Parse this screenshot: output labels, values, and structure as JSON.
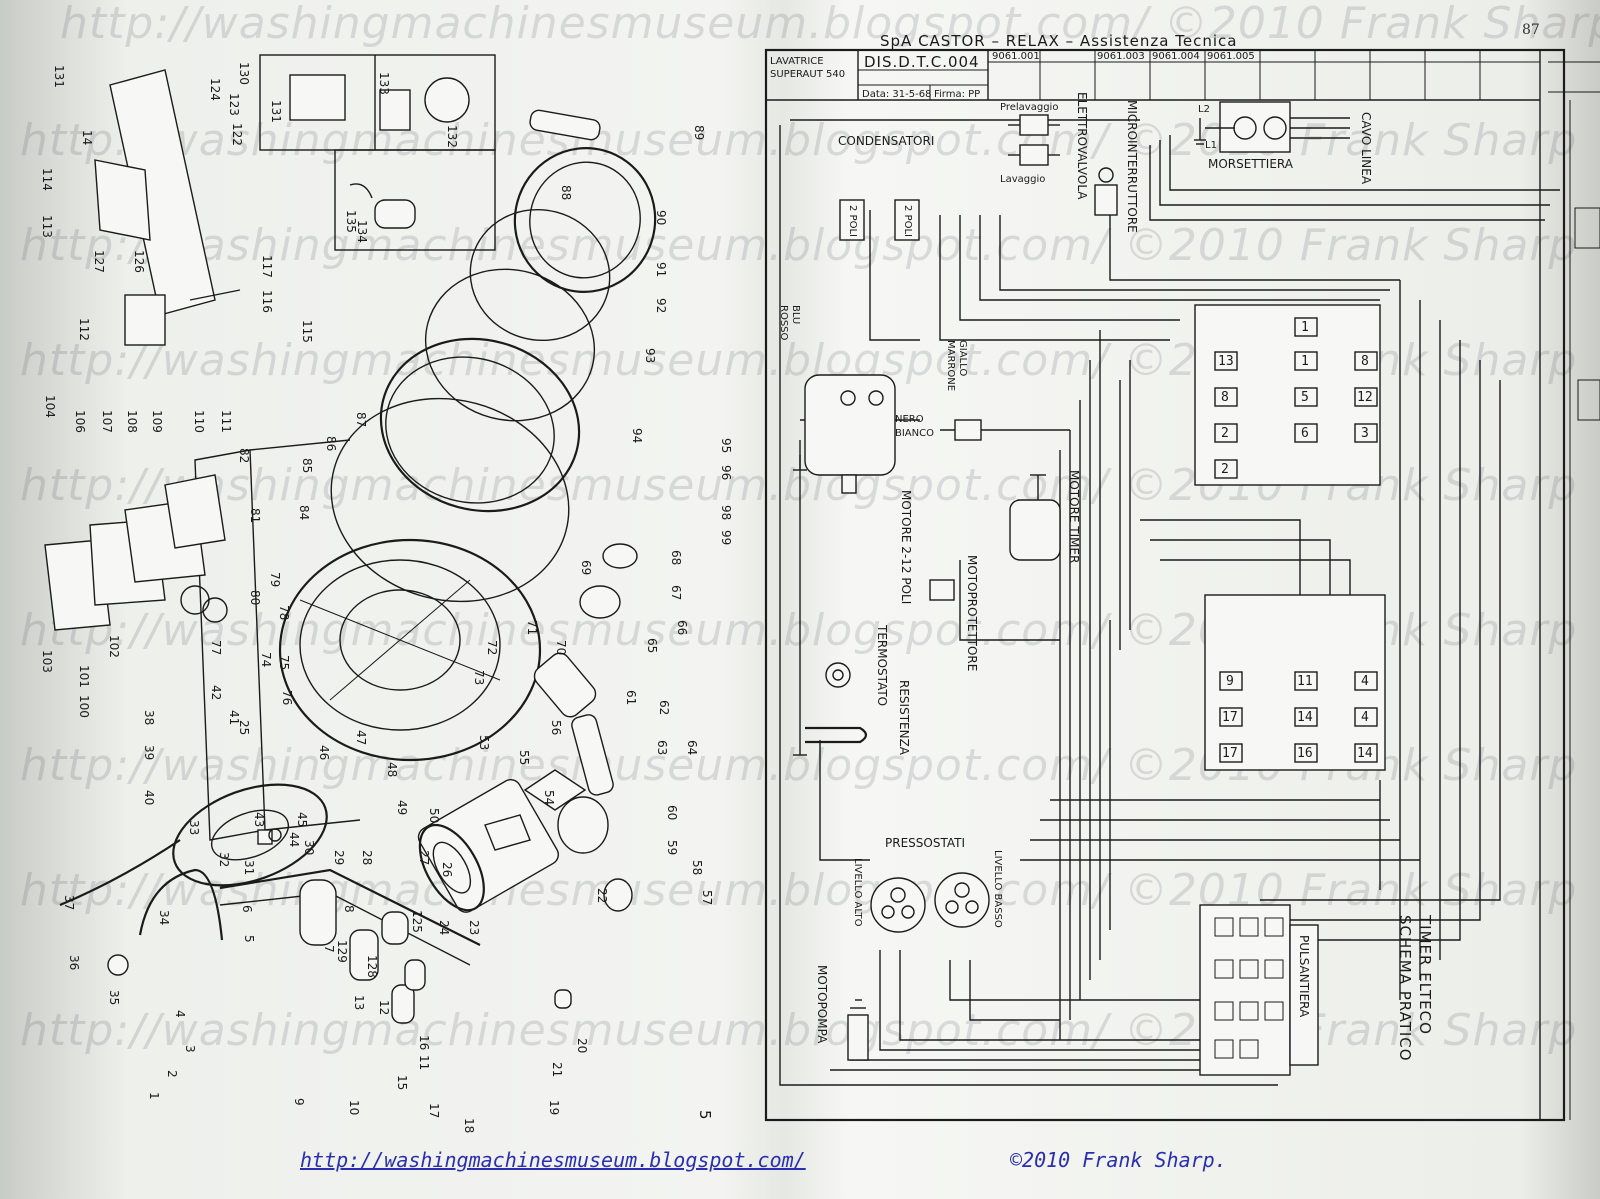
{
  "watermark": {
    "text": "http://washingmachinesmuseum.blogspot.com/  ©2010 Frank Sharp"
  },
  "footer": {
    "url": "http://washingmachinesmuseum.blogspot.com/",
    "copyright": "©2010 Frank Sharp."
  },
  "page_numbers": {
    "left": "5",
    "right": "87"
  },
  "title_block": {
    "header": "SpA  CASTOR – RELAX – Assistenza Tecnica",
    "model_line1": "LAVATRICE",
    "model_line2": "SUPERAUT 540",
    "drawing_no": "DIS.D.T.C.004",
    "date": "Data: 31-5-68",
    "signature": "Firma: PP",
    "codes": [
      "9061.001",
      "9061.003",
      "9061.004",
      "9061.005"
    ]
  },
  "components": {
    "condensatori": "CONDENSATORI",
    "elettrovalvola": "ELETTROVALVOLA",
    "prelavaggio": "Prelavaggio",
    "lavaggio": "Lavaggio",
    "microinterruttore": "MICROINTERRUTTORE",
    "morsettiera": "MORSETTIERA",
    "cavo_linea": "CAVO LINEA",
    "motore": "MOTORE 2-12 POLI",
    "motore_timer": "MOTORE TIMER",
    "motoprotettore": "MOTOPROTETTORE",
    "termostato": "TERMOSTATO",
    "resistenza": "RESISTENZA",
    "pressostati": "PRESSOSTATI",
    "livello_alto": "LIVELLO ALTO",
    "livello_basso": "LIVELLO BASSO",
    "motopompa": "MOTOPOMPA",
    "pulsantiera": "PULSANTIERA",
    "timer_title": "TIMER ELTECO",
    "schema": "SCHEMA PRATICO",
    "poli": "2 POLI",
    "wires": [
      "BLU",
      "ROSSO",
      "GIALLO",
      "MARRONE",
      "NERO",
      "BIANCO"
    ]
  },
  "timer_block_a": {
    "col1": [
      "13",
      "8",
      "2",
      "2"
    ],
    "col2": [
      "1",
      "1",
      "5",
      "6"
    ],
    "col3": [
      "8",
      "12",
      "3"
    ]
  },
  "timer_block_b": {
    "col1": [
      "9",
      "17",
      "17"
    ],
    "col2": [
      "11",
      "14",
      "16"
    ],
    "col3": [
      "4",
      "4",
      "14"
    ]
  },
  "exploded_parts": {
    "labels": [
      "131",
      "124",
      "130",
      "123",
      "122",
      "14",
      "114",
      "113",
      "127",
      "126",
      "117",
      "116",
      "115",
      "112",
      "133",
      "131",
      "132",
      "135",
      "134",
      "89",
      "88",
      "90",
      "91",
      "92",
      "93",
      "94",
      "95",
      "96",
      "98",
      "99",
      "87",
      "86",
      "85",
      "84",
      "82",
      "81",
      "80",
      "79",
      "78",
      "106",
      "107",
      "108",
      "109",
      "110",
      "111",
      "104",
      "103",
      "101",
      "100",
      "102",
      "38",
      "39",
      "40",
      "77",
      "42",
      "41",
      "25",
      "74",
      "75",
      "76",
      "73",
      "72",
      "71",
      "70",
      "69",
      "68",
      "67",
      "66",
      "65",
      "61",
      "62",
      "63",
      "64",
      "56",
      "55",
      "54",
      "53",
      "47",
      "48",
      "49",
      "50",
      "46",
      "45",
      "44",
      "43",
      "33",
      "32",
      "31",
      "30",
      "29",
      "28",
      "27",
      "26",
      "60",
      "59",
      "58",
      "57",
      "22",
      "37",
      "36",
      "35",
      "34",
      "6",
      "8",
      "129",
      "128",
      "125",
      "24",
      "23",
      "5",
      "7",
      "12",
      "13",
      "4",
      "3",
      "2",
      "1",
      "9",
      "10",
      "11",
      "15",
      "16",
      "17",
      "18",
      "19",
      "20",
      "21"
    ]
  }
}
